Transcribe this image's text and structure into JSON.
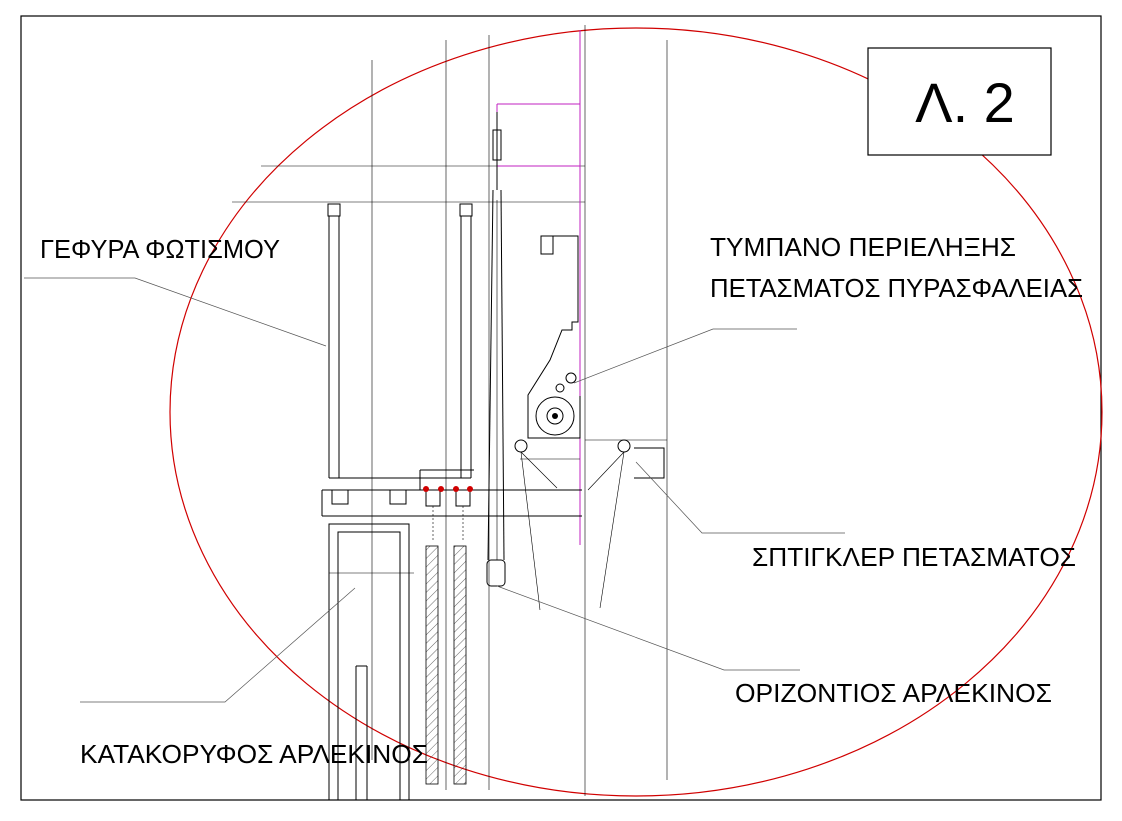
{
  "drawing": {
    "detail_tag": "Λ. 2",
    "labels": {
      "lighting_bridge": "ΓΕΦΥΡΑ ΦΩΤΙΣΜΟΥ",
      "drum_line1": "ΤΥΜΠΑΝΟ ΠΕΡΙΕΛΗΞΗΣ",
      "drum_line2": "ΠΕΤΑΣΜΑΤΟΣ ΠΥΡΑΣΦΑΛΕΙΑΣ",
      "sprinkler": "ΣΠΤΙΓΚΛΕΡ ΠΕΤΑΣΜΑΤΟΣ",
      "horizontal_harlequin": "ΟΡΙΖΟΝΤΙΟΣ ΑΡΛΕΚΙΝΟΣ",
      "vertical_harlequin": "ΚΑΤΑΚΟΡΥΦΟΣ ΑΡΛΕΚΙΝΟΣ"
    },
    "colors": {
      "detail_circle": "#d00000",
      "curtain_line": "#c020c0",
      "linework": "#000000"
    }
  }
}
